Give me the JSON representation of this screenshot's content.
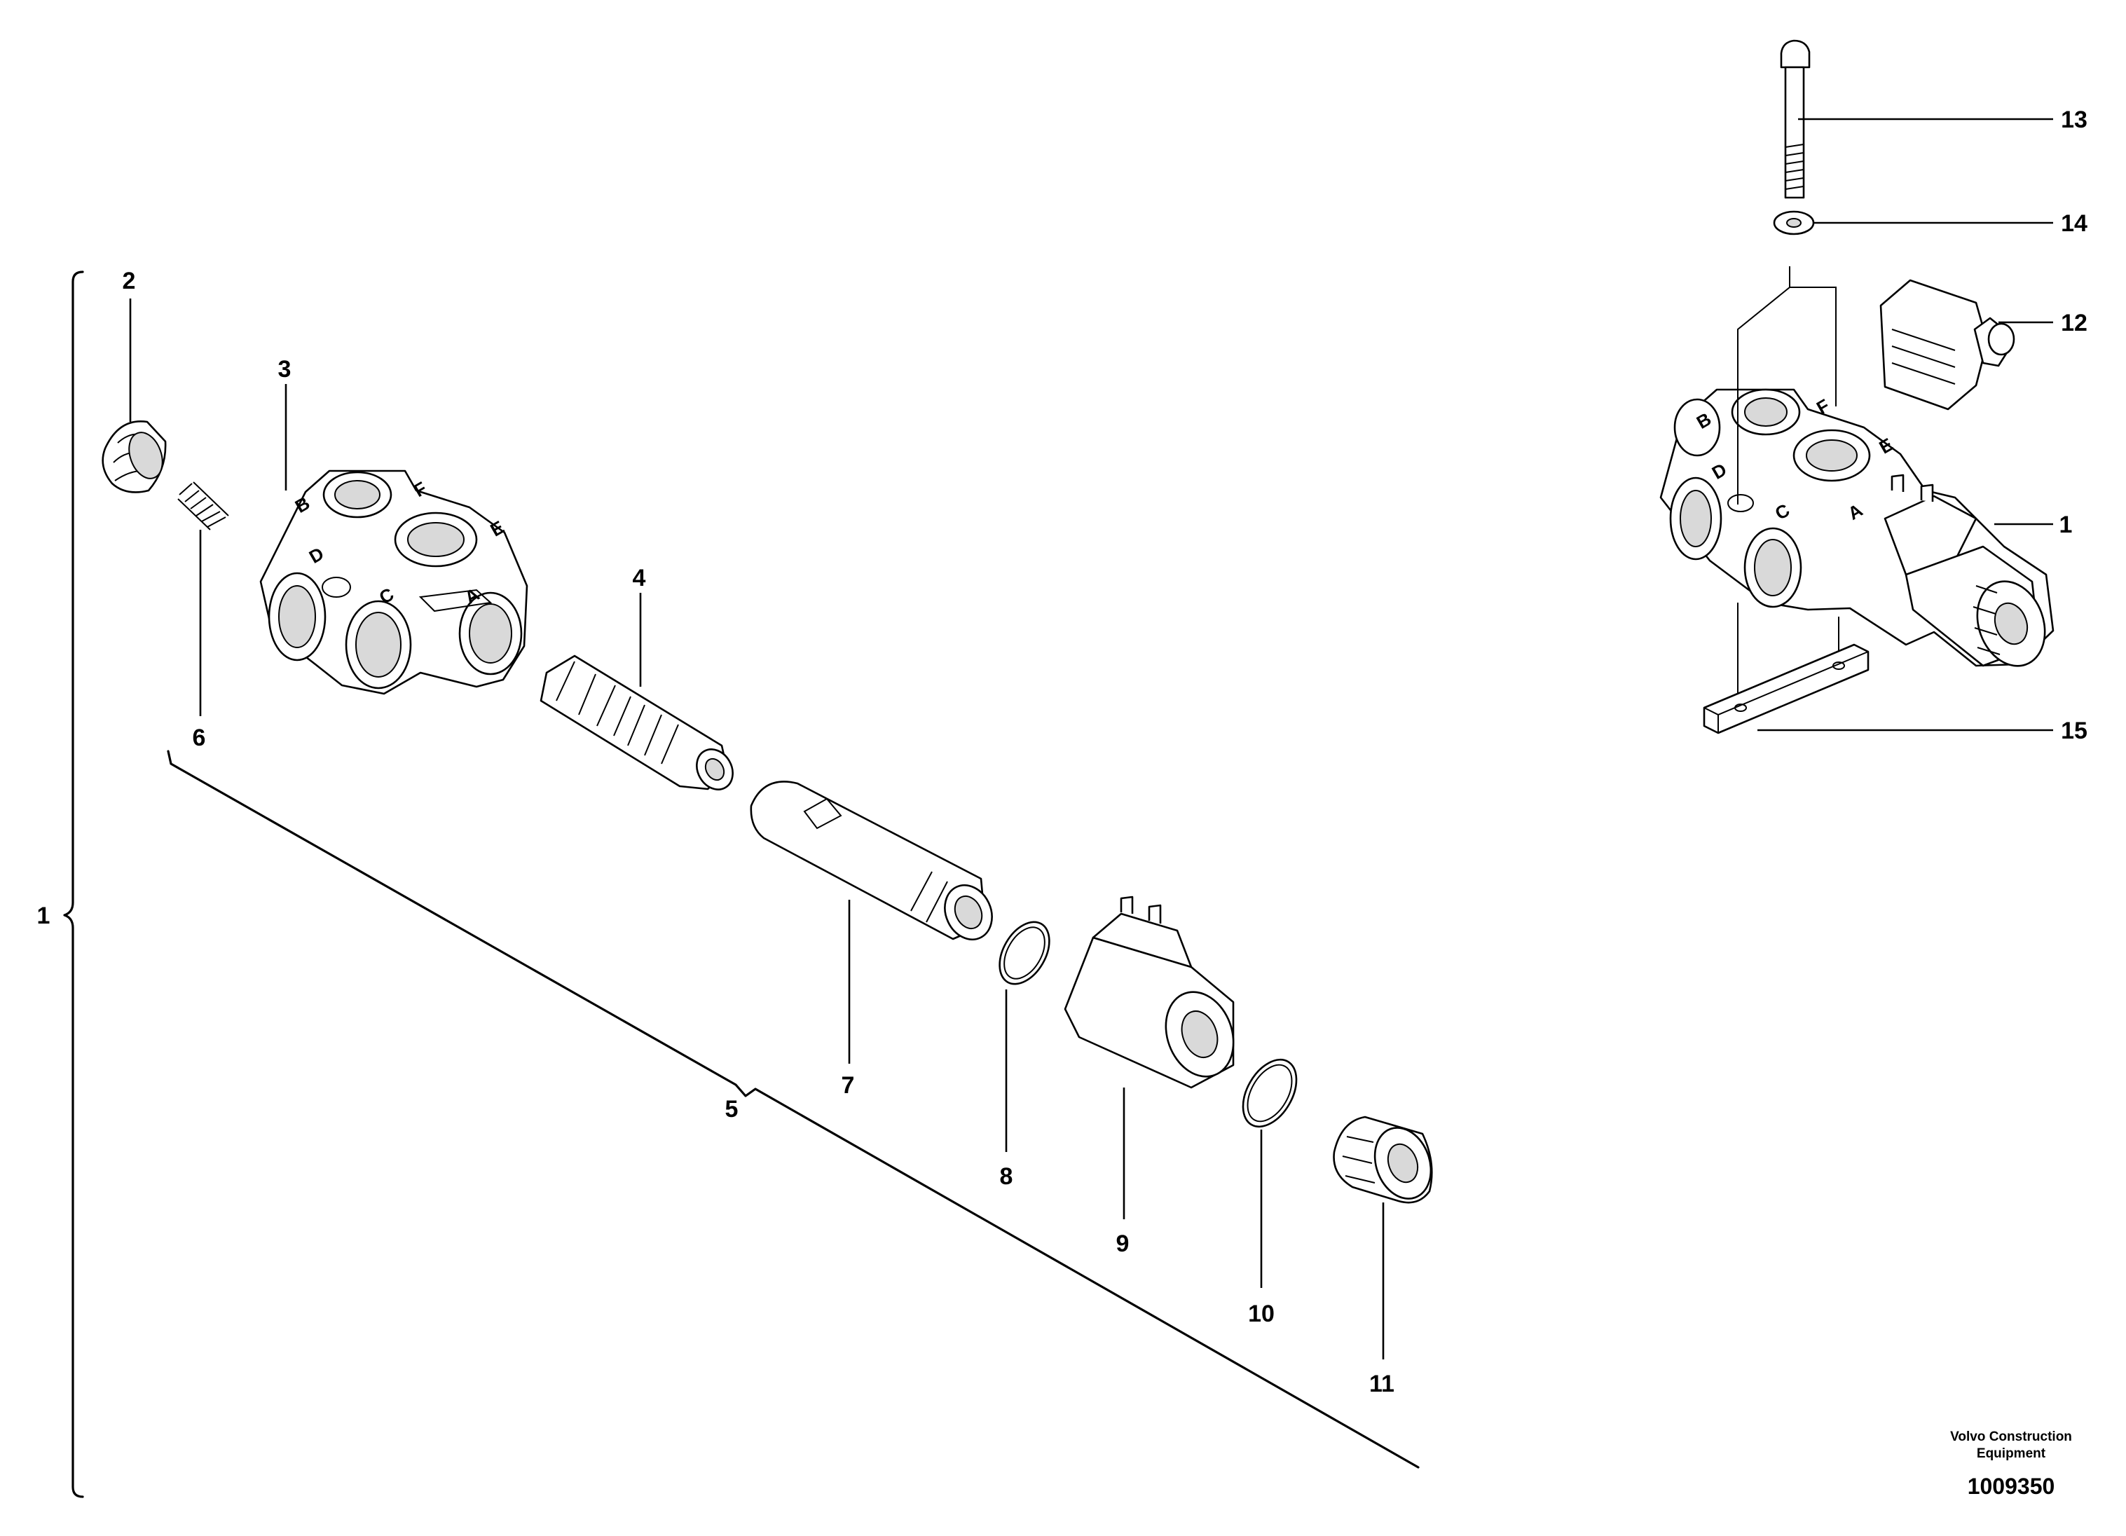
{
  "diagram": {
    "part_labels": [
      "1",
      "2",
      "3",
      "4",
      "5",
      "6",
      "7",
      "8",
      "9",
      "10",
      "11",
      "12",
      "13",
      "14",
      "15"
    ],
    "port_letters": [
      "A",
      "B",
      "C",
      "D",
      "E",
      "F"
    ],
    "brand": "Volvo Construction Equipment",
    "brand_line1": "Volvo Construction",
    "brand_line2": "Equipment",
    "document_number": "1009350"
  }
}
